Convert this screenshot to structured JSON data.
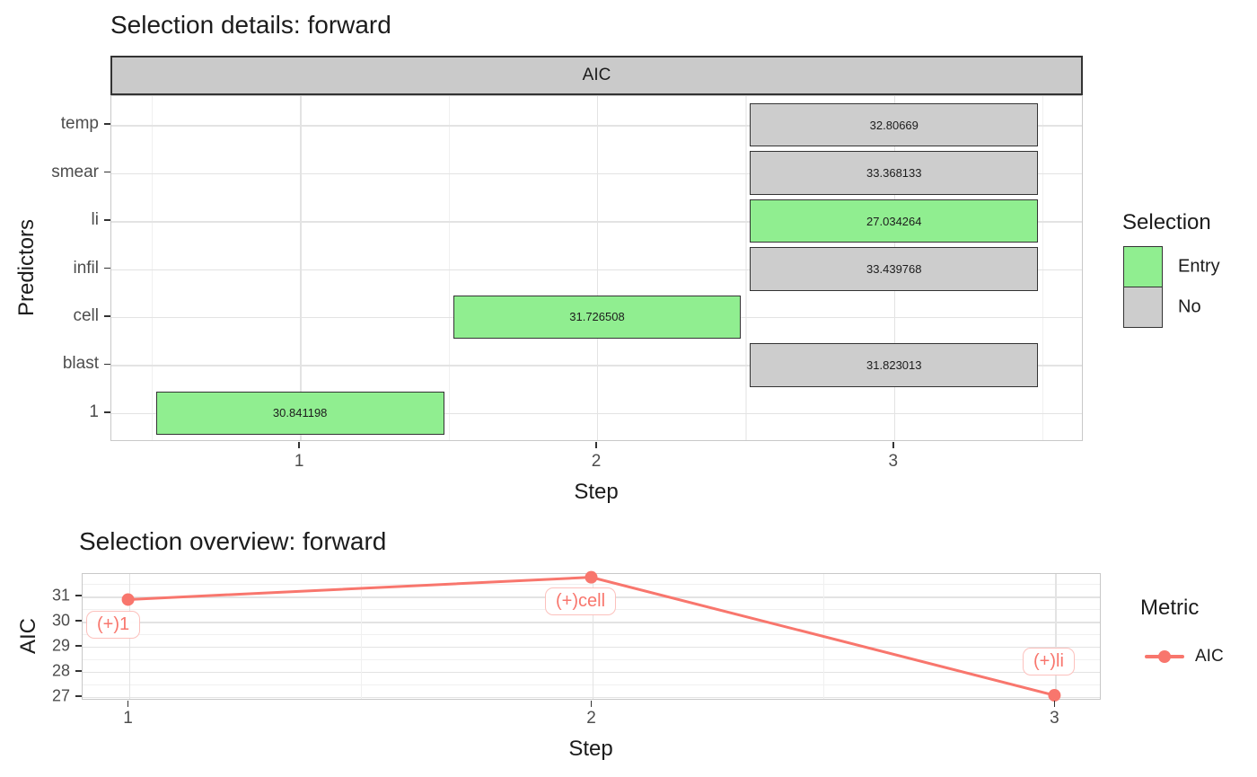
{
  "chart_data": [
    {
      "type": "bar",
      "title": "Selection details: forward",
      "facet_label": "AIC",
      "xlabel": "Step",
      "ylabel": "Predictors",
      "x_ticks": [
        1,
        2,
        3
      ],
      "xlim": [
        0.3646,
        3.6385
      ],
      "categories": [
        "1",
        "blast",
        "cell",
        "infil",
        "li",
        "smear",
        "temp"
      ],
      "band_lim": [
        0.4,
        7.6
      ],
      "bar_width": 0.97,
      "bar_height": 0.9,
      "grid": true,
      "bars": [
        {
          "predictor": "1",
          "step": 1,
          "value": 30.841198,
          "label": "30.841198",
          "selection": "Entry"
        },
        {
          "predictor": "cell",
          "step": 2,
          "value": 31.726508,
          "label": "31.726508",
          "selection": "Entry"
        },
        {
          "predictor": "blast",
          "step": 3,
          "value": 31.823013,
          "label": "31.823013",
          "selection": "No"
        },
        {
          "predictor": "infil",
          "step": 3,
          "value": 33.439768,
          "label": "33.439768",
          "selection": "No"
        },
        {
          "predictor": "li",
          "step": 3,
          "value": 27.034264,
          "label": "27.034264",
          "selection": "Entry"
        },
        {
          "predictor": "smear",
          "step": 3,
          "value": 33.368133,
          "label": "33.368133",
          "selection": "No"
        },
        {
          "predictor": "temp",
          "step": 3,
          "value": 32.80669,
          "label": "32.80669",
          "selection": "No"
        }
      ],
      "colors": {
        "entry": "#90ee90",
        "no": "#cdcdcd",
        "bar_border": "#333333"
      },
      "legend": {
        "title": "Selection",
        "position": "right",
        "entries": [
          {
            "label": "Entry",
            "color": "#90ee90"
          },
          {
            "label": "No",
            "color": "#cdcdcd"
          }
        ]
      }
    },
    {
      "type": "line",
      "title": "Selection overview: forward",
      "xlabel": "Step",
      "ylabel": "AIC",
      "x": [
        1,
        2,
        3
      ],
      "series": [
        {
          "name": "AIC",
          "color": "#f8766d",
          "values": [
            30.841198,
            31.726508,
            27.034264
          ]
        }
      ],
      "point_labels": [
        "(+)1",
        "(+)cell",
        "(+)li"
      ],
      "x_ticks": [
        1,
        2,
        3
      ],
      "y_ticks": [
        27,
        28,
        29,
        30,
        31
      ],
      "xlim": [
        0.9,
        3.1
      ],
      "ylim": [
        26.857,
        31.893
      ],
      "grid": true,
      "legend": {
        "title": "Metric",
        "position": "right",
        "entries": [
          {
            "label": "AIC",
            "color": "#f8766d"
          }
        ]
      }
    }
  ]
}
